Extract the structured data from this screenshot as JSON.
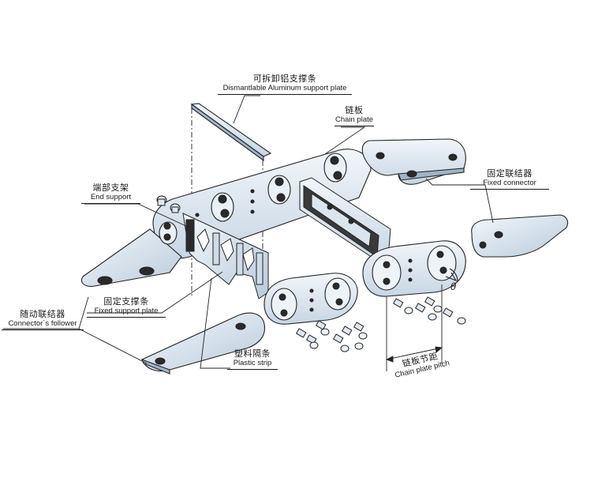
{
  "labels": {
    "dismantlable_plate": {
      "cn": "可拆卸铝支撑条",
      "en": "Dismantlable Aluminum support plate"
    },
    "chain_plate": {
      "cn": "链板",
      "en": "Chain plate"
    },
    "fixed_connector": {
      "cn": "固定联结器",
      "en": "Fixed connector"
    },
    "end_support": {
      "cn": "端部支架",
      "en": "End support"
    },
    "connector_follower": {
      "cn": "随动联结器",
      "en": "Connector`s follower"
    },
    "fixed_support_plate": {
      "cn": "固定支撑条",
      "en": "Fixed support plate"
    },
    "plastic_strip": {
      "cn": "塑料隔条",
      "en": "Plastic strip"
    },
    "chain_plate_pitch": {
      "cn": "链板节距",
      "en": "Chain plate pitch"
    },
    "angle_symbol": "θ"
  },
  "colors": {
    "part_fill": "#e6eef5",
    "part_fill_dark": "#c9d8e6",
    "stroke": "#222222",
    "hole": "#2a2a2a"
  }
}
